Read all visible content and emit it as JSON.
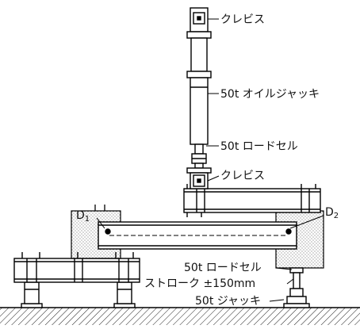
{
  "labels": {
    "clevis_top": "クレビス",
    "oil_jack": "50t オイルジャッキ",
    "load_cell_upper": "50t ロードセル",
    "clevis_bottom": "クレビス",
    "d1": "D",
    "d1_sub": "1",
    "d2": "D",
    "d2_sub": "2",
    "load_cell_lower": "50t ロードセル",
    "stroke": "ストローク ±150mm",
    "jack_lower": "50t ジャッキ"
  }
}
